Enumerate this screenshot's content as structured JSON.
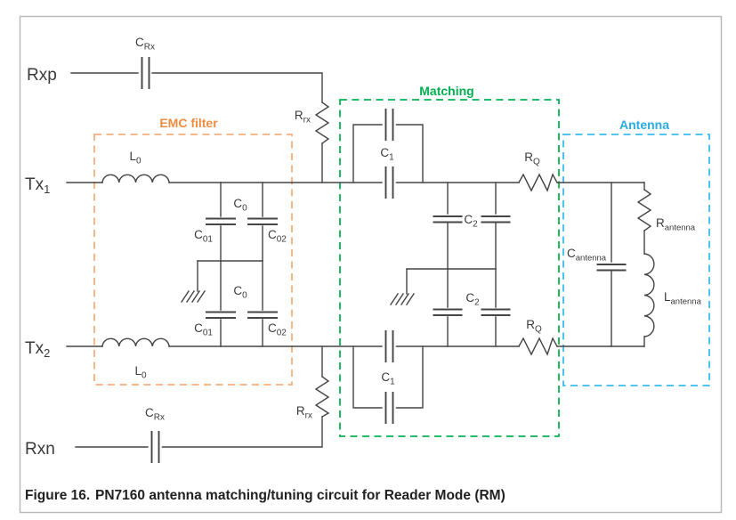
{
  "figure": {
    "label": "Figure 16.",
    "title": "PN7160 antenna matching/tuning circuit for Reader Mode (RM)"
  },
  "ports": {
    "rxp": "Rxp",
    "rxn": "Rxn",
    "tx1": {
      "main": "Tx",
      "sub": "1"
    },
    "tx2": {
      "main": "Tx",
      "sub": "2"
    }
  },
  "sections": {
    "emc": {
      "label": "EMC filter",
      "label_color": "#ED8C41",
      "box_color": "#F6AE7C"
    },
    "matching": {
      "label": "Matching",
      "label_color": "#00B050",
      "box_color": "#06B253"
    },
    "antenna": {
      "label": "Antenna",
      "label_color": "#29ABE2",
      "box_color": "#3BBCEF"
    }
  },
  "components": {
    "c_rx": {
      "main": "C",
      "sub": "Rx"
    },
    "r_rx": {
      "main": "R",
      "sub": "rx"
    },
    "l0": {
      "main": "L",
      "sub": "0"
    },
    "c0": {
      "main": "C",
      "sub": "0"
    },
    "c01": {
      "main": "C",
      "sub": "01"
    },
    "c02": {
      "main": "C",
      "sub": "02"
    },
    "c1": {
      "main": "C",
      "sub": "1"
    },
    "c2": {
      "main": "C",
      "sub": "2"
    },
    "rq": {
      "main": "R",
      "sub": "Q"
    },
    "c_antenna": {
      "main": "C",
      "sub": "antenna"
    },
    "r_antenna": {
      "main": "R",
      "sub": "antenna"
    },
    "l_antenna": {
      "main": "L",
      "sub": "antenna"
    }
  }
}
